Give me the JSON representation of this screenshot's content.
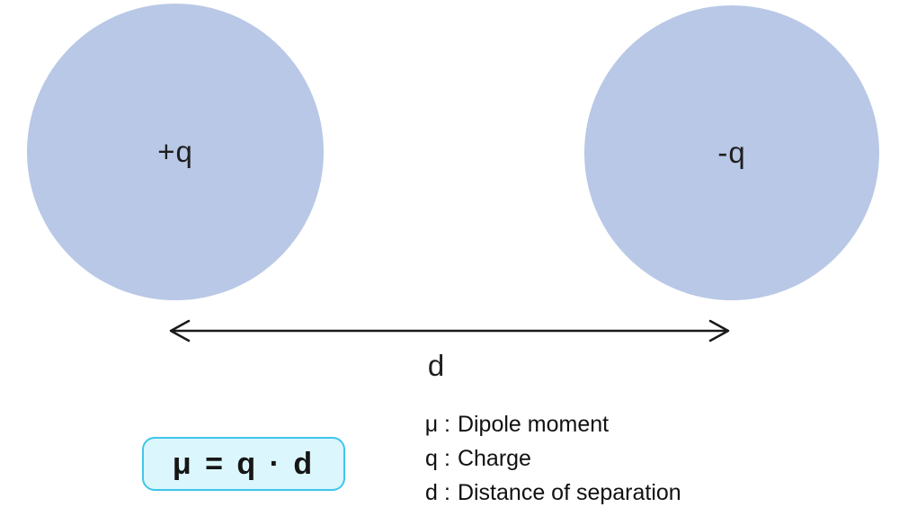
{
  "diagram": {
    "left_charge": {
      "label": "+q"
    },
    "right_charge": {
      "label": "-q"
    },
    "distance": {
      "label": "d"
    },
    "formula": {
      "text": "μ = q · d"
    },
    "legend": {
      "separator": ":",
      "items": [
        {
          "symbol": "μ",
          "description": "Dipole moment"
        },
        {
          "symbol": "q",
          "description": "Charge"
        },
        {
          "symbol": "d",
          "description": "Distance of separation"
        }
      ]
    },
    "colors": {
      "circle_fill": "#b8c8e6",
      "formula_bg": "#dbf7fd",
      "formula_border": "#3fc6ec",
      "text_color": "#1a1a1a"
    }
  }
}
